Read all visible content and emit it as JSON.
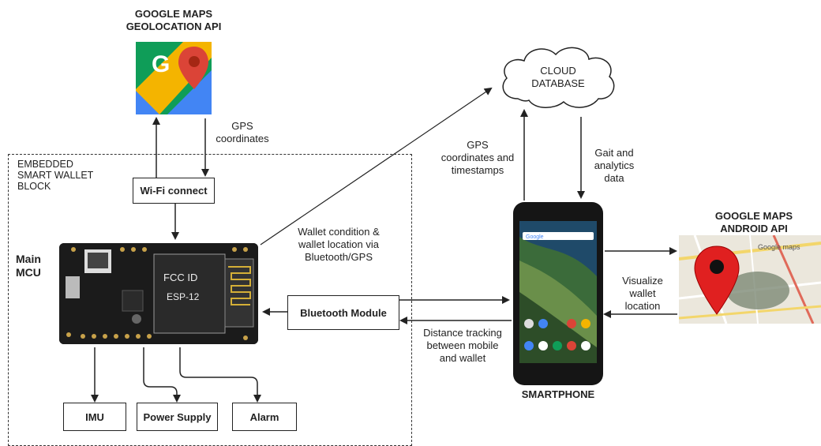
{
  "google_geolocation": {
    "line1": "GOOGLE MAPS",
    "line2": "GEOLOCATION API"
  },
  "gps_coordinates": {
    "line1": "GPS",
    "line2": "coordinates"
  },
  "embedded_block": {
    "line1": "EMBEDDED",
    "line2": "SMART WALLET",
    "line3": "BLOCK"
  },
  "wifi_connect": "Wi-Fi connect",
  "main_mcu": {
    "line1": "Main",
    "line2": "MCU"
  },
  "imu": "IMU",
  "power_supply": "Power Supply",
  "alarm": "Alarm",
  "bluetooth_module": "Bluetooth Module",
  "wallet_condition": {
    "line1": "Wallet condition &",
    "line2": "wallet location via",
    "line3": "Bluetooth/GPS"
  },
  "cloud_database": {
    "line1": "CLOUD",
    "line2": "DATABASE"
  },
  "gps_timestamps": {
    "line1": "GPS",
    "line2": "coordinates and",
    "line3": "timestamps"
  },
  "gait_analytics": {
    "line1": "Gait and",
    "line2": "analytics",
    "line3": "data"
  },
  "smartphone": "SMARTPHONE",
  "google_android": {
    "line1": "GOOGLE MAPS",
    "line2": "ANDROID API"
  },
  "visualize": {
    "line1": "Visualize",
    "line2": "wallet",
    "line3": "location"
  },
  "distance_tracking": {
    "line1": "Distance tracking",
    "line2": "between mobile",
    "line3": "and wallet"
  },
  "pcb_labels": {
    "esp": "ESP-12",
    "fcc": "FCC ID"
  },
  "map_brand": "Google maps",
  "phone_brand": "Google",
  "colors": {
    "line": "#222222",
    "pcb": "#1b1b1b",
    "maps_green": "#0f9d58",
    "maps_blue": "#4285f4",
    "maps_yellow": "#f4b400",
    "maps_red": "#db4437"
  }
}
